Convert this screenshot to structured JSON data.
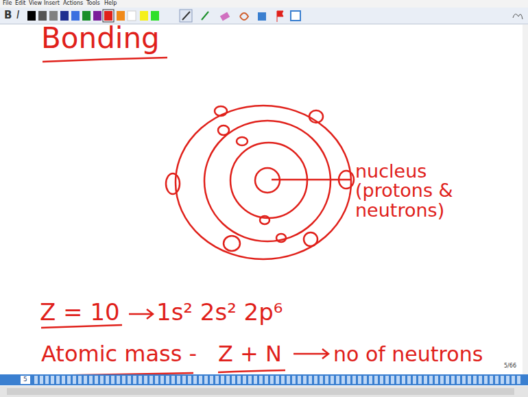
{
  "diagram": {
    "labels": [
      "File",
      "Edit",
      "View",
      "Insert",
      "Actions",
      "Tools",
      "Help",
      "B",
      "I",
      "Bonding",
      "nucleus (protons & neutrons)",
      "Z = 10",
      "1s² 2s² 2p⁶",
      "Atomic mass -",
      "Z + N",
      "no of neutrons",
      "5/66",
      "5"
    ]
  }
}
